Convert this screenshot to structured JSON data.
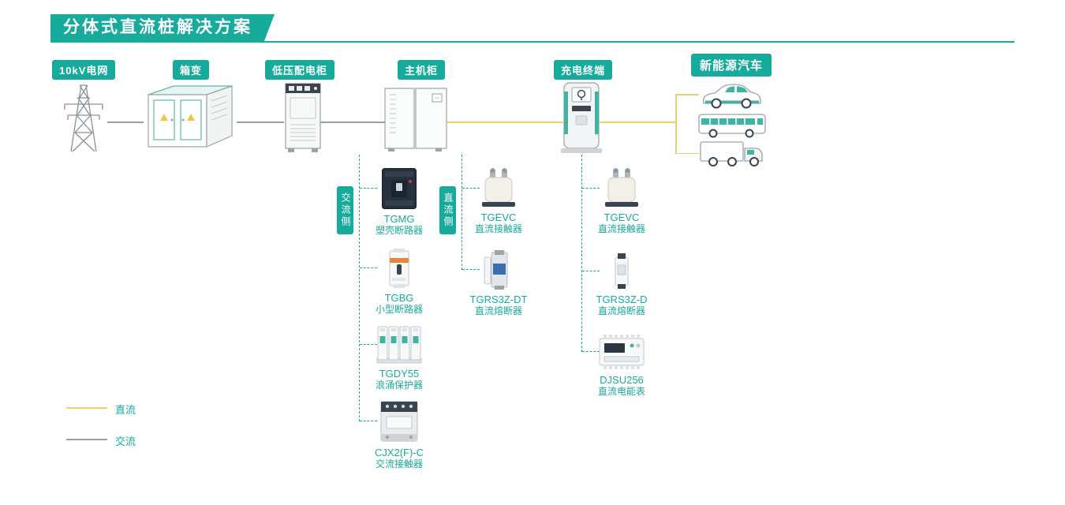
{
  "title": "分体式直流桩解决方案",
  "nodes": [
    {
      "label": "10kV电网",
      "icon": "transmission-tower"
    },
    {
      "label": "箱变",
      "icon": "box-transformer"
    },
    {
      "label": "低压配电柜",
      "icon": "lv-distribution-cabinet"
    },
    {
      "label": "主机柜",
      "icon": "main-cabinet"
    },
    {
      "label": "充电终端",
      "icon": "charging-terminal"
    },
    {
      "label": "新能源汽车",
      "icon": "ev-vehicles"
    }
  ],
  "side_labels": {
    "ac": "交流侧",
    "dc": "直流侧"
  },
  "branches": {
    "ac_side": [
      {
        "model": "TGMG",
        "desc": "塑壳断路器",
        "icon": "molded-case-breaker"
      },
      {
        "model": "TGBG",
        "desc": "小型断路器",
        "icon": "miniature-breaker"
      },
      {
        "model": "TGDY55",
        "desc": "浪涌保护器",
        "icon": "surge-protector"
      },
      {
        "model": "CJX2(F)-C",
        "desc": "交流接触器",
        "icon": "ac-contactor"
      }
    ],
    "dc_side": [
      {
        "model": "TGEVC",
        "desc": "直流接触器",
        "icon": "dc-contactor"
      },
      {
        "model": "TGRS3Z-DT",
        "desc": "直流熔断器",
        "icon": "dc-fuse"
      }
    ],
    "terminal_side": [
      {
        "model": "TGEVC",
        "desc": "直流接触器",
        "icon": "dc-contactor"
      },
      {
        "model": "TGRS3Z-D",
        "desc": "直流熔断器",
        "icon": "dc-fuse-small"
      },
      {
        "model": "DJSU256",
        "desc": "直流电能表",
        "icon": "dc-energy-meter"
      }
    ]
  },
  "legend": {
    "dc": "直流",
    "ac": "交流"
  },
  "colors": {
    "teal": "#17ab9c",
    "dc_line": "#efd06f",
    "ac_line": "#9aa0a3"
  }
}
